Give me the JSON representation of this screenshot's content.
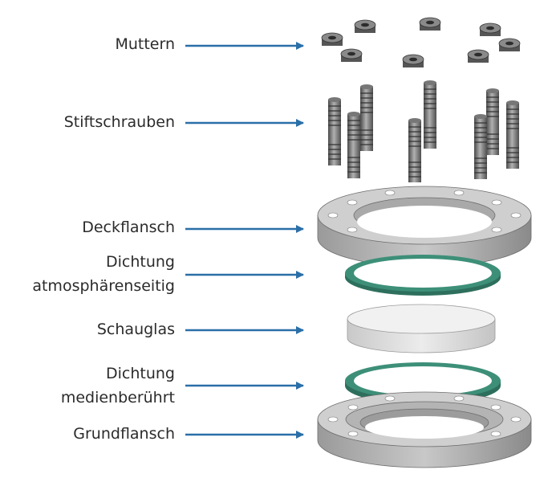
{
  "labels": {
    "muttern": "Muttern",
    "stiftschrauben": "Stiftschrauben",
    "deckflansch": "Deckflansch",
    "dichtung_atmo_1": "Dichtung",
    "dichtung_atmo_2": "atmosphärenseitig",
    "schauglas": "Schauglas",
    "dichtung_medien_1": "Dichtung",
    "dichtung_medien_2": "medienberührt",
    "grundflansch": "Grundflansch"
  },
  "colors": {
    "arrow": "#2a6fa8",
    "metal": "#bdbdbd",
    "metal_dark": "#8e8e8e",
    "gasket": "#3d8f78",
    "glass": "#e2e2e2"
  }
}
